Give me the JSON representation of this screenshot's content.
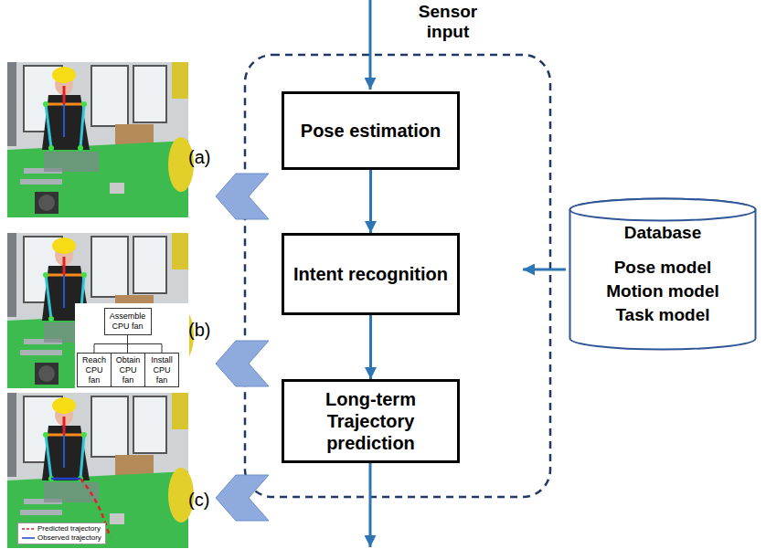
{
  "diagram": {
    "nodes": [
      {
        "text": [
          "Pose estimation"
        ]
      },
      {
        "text": [
          "Intent recognition"
        ]
      },
      {
        "text": [
          "Long-term Trajectory prediction"
        ]
      },
      {
        "text": [
          "Database",
          "Pose model",
          "Motion model",
          "Task model"
        ]
      },
      {
        "text": [
          "Assemble CPU fan"
        ]
      },
      {
        "text": [
          "Reach CPU fan"
        ]
      },
      {
        "text": [
          "Obtain CPU fan"
        ]
      },
      {
        "text": [
          "Install CPU fan"
        ]
      }
    ],
    "edges": [
      {
        "from": 0,
        "to": 1,
        "arrow": "to"
      },
      {
        "from": 1,
        "to": 2,
        "arrow": "to"
      },
      {
        "from": 4,
        "to": 5,
        "arrow": "none"
      },
      {
        "from": 4,
        "to": 6,
        "arrow": "none"
      },
      {
        "from": 4,
        "to": 7,
        "arrow": "none"
      }
    ],
    "labels": [
      "Sensor input",
      "(a)",
      "(b)",
      "(c)"
    ],
    "legend": [
      {
        "text": "Predicted trajectory"
      },
      {
        "text": "Observed trajectory"
      }
    ]
  }
}
